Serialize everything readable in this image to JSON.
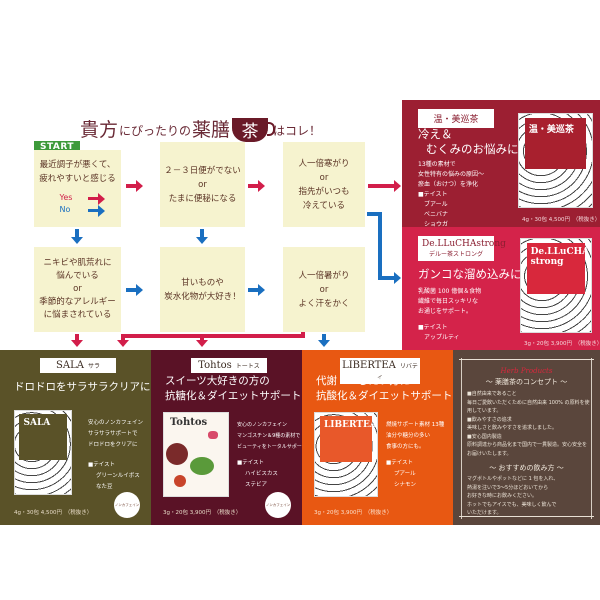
{
  "title": {
    "part1": "貴方",
    "part2": "にぴったりの",
    "part3": "薬膳",
    "cup_char": "茶",
    "part4": "はコレ！"
  },
  "flow": {
    "start_label": "START",
    "legend": {
      "yes": "Yes",
      "no": "No"
    },
    "q1": [
      "最近調子が悪くて、",
      "疲れやすいと感じる"
    ],
    "q2": {
      "line1": "２－３日便がでない",
      "or": "or",
      "line2": "たまに便秘になる"
    },
    "q3": {
      "line1": "人一倍寒がり",
      "or": "or",
      "line2": "指先がいつも",
      "line3": "冷えている"
    },
    "q4": {
      "line1": "ニキビや肌荒れに",
      "line2": "悩んでいる",
      "or": "or",
      "line3": "季節的なアレルギー",
      "line4": "に悩まされている"
    },
    "q5": {
      "line1": "甘いものや",
      "line2": "炭水化物が大好き！"
    },
    "q6": {
      "line1": "人一倍暑がり",
      "or": "or",
      "line2": "よく汗をかく"
    },
    "colors": {
      "yes": "#d21e4a",
      "no": "#1a6fc0",
      "box": "#f6f3cf"
    }
  },
  "products": {
    "onbi": {
      "tag": "温・美巡茶",
      "headline1": "冷え＆",
      "headline2": "むくみのお悩みに",
      "desc": [
        "13種の素材で",
        "女性特有の悩みの原因〜",
        "瘀血（おけつ）を浄化"
      ],
      "taste_label": "■テイスト",
      "tastes": [
        "ブアール",
        "ベニバナ",
        "ショウガ"
      ],
      "package_name": "温・美巡茶",
      "price": "4g・30包 4,500円　（税抜き）",
      "color": "#9c1f32"
    },
    "delucha": {
      "tag": "De.LLuCHAstrong",
      "tag_sub": "デルー茶ストロング",
      "headline": "ガンコな溜め込みに",
      "desc": [
        "乳酸菌 100 億個＆食物",
        "繊維で毎日スッキリな",
        "お通じをサポート。"
      ],
      "taste_label": "■テイスト",
      "tastes": [
        "アップルティ"
      ],
      "package_name": "De.LLuCHA strong",
      "price": "3g・20包 3,900円　（税抜き）",
      "color": "#d4234a"
    },
    "sala": {
      "tag": "SALA",
      "tag_kana": "サラ",
      "headline": "ドロドロをサラサラクリアに",
      "desc": [
        "安心のノンカフェイン",
        "サラサラサポートで",
        "ドロドロをクリアに"
      ],
      "taste_label": "■テイスト",
      "tastes": [
        "グリーンルイボス",
        "なた豆"
      ],
      "package_name": "SALA",
      "badge": "ノンカフェイン",
      "price": "4g・30包 4,500円　（税抜き）",
      "color": "#5a5228"
    },
    "tohtos": {
      "tag": "Tohtos",
      "tag_kana": "トートス",
      "headline1": "スイーツ大好きの方の",
      "headline2": "抗糖化＆ダイエットサポート",
      "desc": [
        "安心のノンカフェイン",
        "マンゴスチン＆9種の素材で",
        "ビューティをトータルサポート"
      ],
      "taste_label": "■テイスト",
      "tastes": [
        "ハイビスカス",
        "ステビア"
      ],
      "package_name": "Tohtos",
      "badge": "ノンカフェイン",
      "price": "3g・20包 3,900円　（税抜き）",
      "color": "#5a1226"
    },
    "libertea": {
      "tag": "LIBERTEA",
      "tag_kana": "リバティ",
      "headline1": "代謝 UP したい方に",
      "headline2": "抗酸化＆ダイエットサポート",
      "desc": [
        "燃焼サポート素材 13種",
        "油分や糖分の多い",
        "食事の方にも。"
      ],
      "taste_label": "■テイスト",
      "tastes": [
        "プアール",
        "シナモン"
      ],
      "package_name": "LIBERTEA",
      "price": "3g・20包 3,900円　（税抜き）",
      "color": "#e85812"
    }
  },
  "concept": {
    "brand": "Herb Products",
    "title": "薬膳茶のコンセプト",
    "items": [
      {
        "head": "■自然由来であること",
        "body": "毎日ご愛飲いただくために自然由来 100% の原料を使用しています。"
      },
      {
        "head": "■飲みやすさの追求",
        "body": "美味しさと飲みやすさを追求しました。"
      },
      {
        "head": "■安心国内製造",
        "body": "原料調達から商品化まで国内で一貫製造。安心安全をお届けいたします。"
      }
    ],
    "howto_title": "おすすめの飲み方",
    "howto": [
      "マグボトルやポットなどに 1 包を入れ、",
      "熱湯を注いで3～5分ほどおいてから",
      "お好きな時にお飲みください。",
      "ホットでもアイスでも、美味しく飲んで",
      "いただけます。"
    ],
    "color": "#5a463c"
  }
}
